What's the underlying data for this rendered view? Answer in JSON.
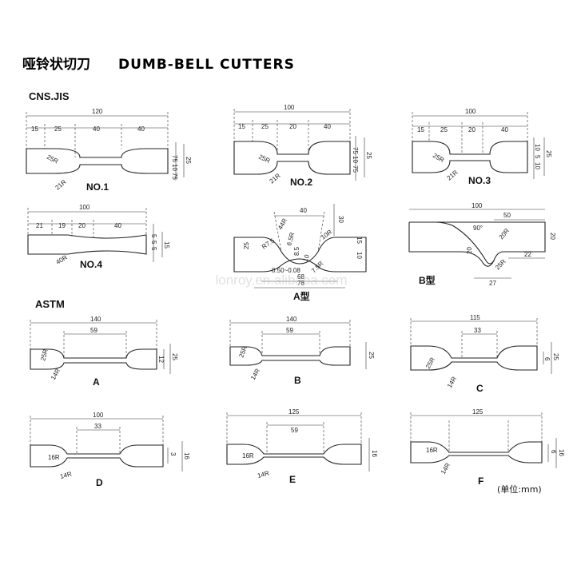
{
  "title": {
    "cn": "哑铃状切刀",
    "en": "DUMB-BELL CUTTERS"
  },
  "sections": {
    "cns": "CNS.JIS",
    "astm": "ASTM"
  },
  "unit_note": "(单位:mm)",
  "watermark": "lonroy.en.alibaba.com",
  "cutters": {
    "no1": {
      "label": "NO.1",
      "dims": [
        "120",
        "15",
        "25",
        "40",
        "40",
        "75",
        "10",
        "75",
        "25",
        "25R",
        "21R"
      ]
    },
    "no2": {
      "label": "NO.2",
      "dims": [
        "100",
        "15",
        "25",
        "20",
        "40",
        "75",
        "10",
        "75",
        "25",
        "25R",
        "21R"
      ]
    },
    "no3": {
      "label": "NO.3",
      "dims": [
        "100",
        "15",
        "25",
        "20",
        "40",
        "10",
        "5",
        "10",
        "25",
        "25R",
        "21R"
      ]
    },
    "no4": {
      "label": "NO.4",
      "dims": [
        "100",
        "21",
        "19",
        "20",
        "40",
        "5",
        "5",
        "5",
        "15",
        "40R"
      ]
    },
    "a_type": {
      "label": "A型",
      "dims": [
        "40",
        "30",
        "44R",
        "6.5R",
        "10R",
        "R7.5",
        "25",
        "8.5",
        "10",
        "15",
        "10",
        "68",
        "78",
        "0.50~0.08",
        "7.5R"
      ]
    },
    "b_type": {
      "label": "B型",
      "dims": [
        "100",
        "50",
        "90°",
        "20R",
        "20",
        "22",
        "25R",
        "27",
        "20"
      ]
    },
    "A": {
      "label": "A",
      "dims": [
        "140",
        "59",
        "12",
        "25",
        "25R",
        "14R"
      ]
    },
    "B": {
      "label": "B",
      "dims": [
        "140",
        "59",
        "25",
        "25R",
        "14R"
      ]
    },
    "C": {
      "label": "C",
      "dims": [
        "115",
        "33",
        "6",
        "25",
        "25R",
        "14R"
      ]
    },
    "D": {
      "label": "D",
      "dims": [
        "100",
        "33",
        "16R",
        "14R",
        "3",
        "16"
      ]
    },
    "E": {
      "label": "E",
      "dims": [
        "125",
        "59",
        "16R",
        "14R",
        "16"
      ]
    },
    "F": {
      "label": "F",
      "dims": [
        "125",
        "16R",
        "14R",
        "6",
        "16"
      ]
    }
  }
}
